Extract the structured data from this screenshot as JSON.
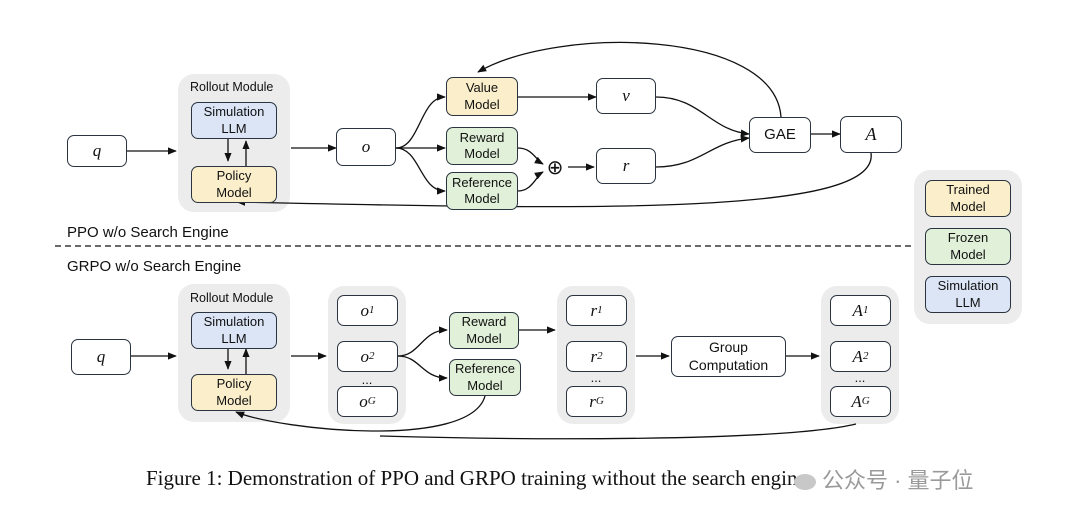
{
  "section_labels": {
    "ppo": "PPO w/o Search Engine",
    "grpo": "GRPO w/o Search Engine"
  },
  "ppo": {
    "rollout_title": "Rollout Module",
    "simulation_llm": "Simulation\nLLM",
    "policy_model": "Policy\nModel",
    "q": "q",
    "o": "o",
    "value_model": "Value\nModel",
    "reward_model": "Reward\nModel",
    "reference_model": "Reference\nModel",
    "v": "v",
    "r": "r",
    "gae": "GAE",
    "a": "A",
    "oplus": "⊕"
  },
  "grpo": {
    "rollout_title": "Rollout Module",
    "simulation_llm": "Simulation\nLLM",
    "policy_model": "Policy\nModel",
    "q": "q",
    "o1": "o",
    "o1_sub": "1",
    "o2": "o",
    "o2_sub": "2",
    "oG": "o",
    "oG_sub": "G",
    "reward_model": "Reward\nModel",
    "reference_model": "Reference\nModel",
    "r1": "r",
    "r1_sub": "1",
    "r2": "r",
    "r2_sub": "2",
    "rG": "r",
    "rG_sub": "G",
    "group_computation": "Group\nComputation",
    "a1": "A",
    "a1_sub": "1",
    "a2": "A",
    "a2_sub": "2",
    "aG": "A",
    "aG_sub": "G",
    "ellipsis": "..."
  },
  "legend": {
    "trained": "Trained\nModel",
    "frozen": "Frozen\nModel",
    "simulation": "Simulation\nLLM"
  },
  "caption": "Figure 1: Demonstration of PPO and GRPO training without the search engine.",
  "watermark": "公众号 · 量子位",
  "colors": {
    "trained": "#fbefcb",
    "frozen": "#e1f0d8",
    "simulation": "#dbe5f5",
    "panel": "#ececec",
    "stroke": "#2a3440"
  }
}
